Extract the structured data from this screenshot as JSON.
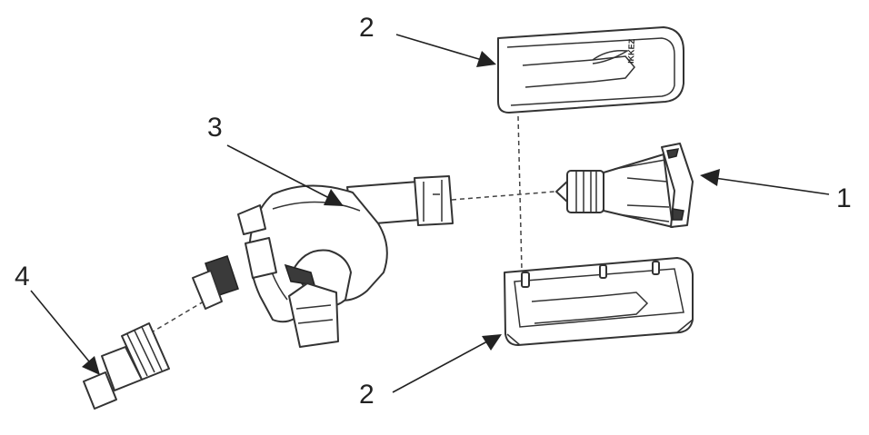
{
  "callouts": {
    "one": "1",
    "two_top": "2",
    "two_bottom": "2",
    "three": "3",
    "four": "4"
  },
  "housing_logo_text": "IKKEZ",
  "colors": {
    "line": "#333333",
    "fill": "#ffffff",
    "dark": "#3a3a3a"
  }
}
